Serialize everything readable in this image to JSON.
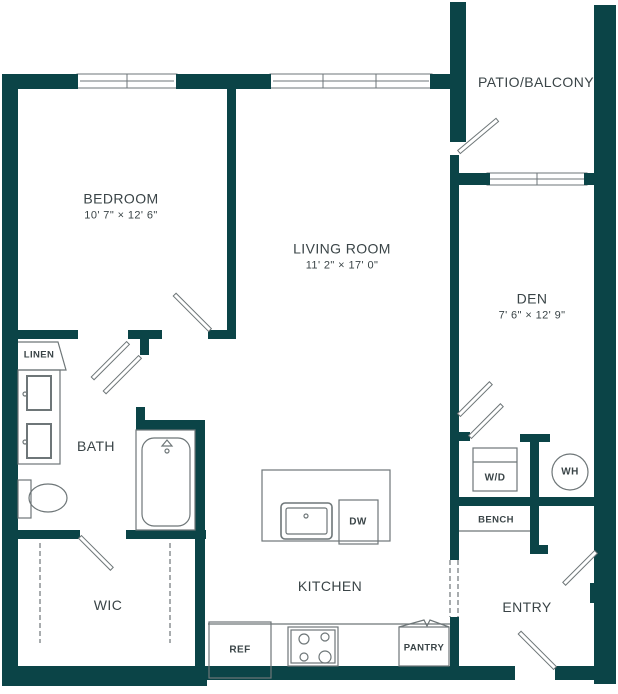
{
  "colors": {
    "wall": "#0b4447",
    "fixture_line": "#6e7678",
    "label_text": "#3a4447",
    "background": "#ffffff"
  },
  "rooms": {
    "bedroom": {
      "name": "BEDROOM",
      "dimensions": "10' 7\" × 12' 6\""
    },
    "living_room": {
      "name": "LIVING ROOM",
      "dimensions": "11' 2\" × 17' 0\""
    },
    "den": {
      "name": "DEN",
      "dimensions": "7' 6\" × 12' 9\""
    },
    "patio": {
      "name": "PATIO/BALCONY"
    },
    "bath": {
      "name": "BATH"
    },
    "wic": {
      "name": "WIC"
    },
    "kitchen": {
      "name": "KITCHEN"
    },
    "entry": {
      "name": "ENTRY"
    }
  },
  "fixtures": {
    "linen": "LINEN",
    "washer_dryer": "W/D",
    "water_heater": "WH",
    "bench": "BENCH",
    "dishwasher": "DW",
    "refrigerator": "REF",
    "pantry": "PANTRY"
  }
}
